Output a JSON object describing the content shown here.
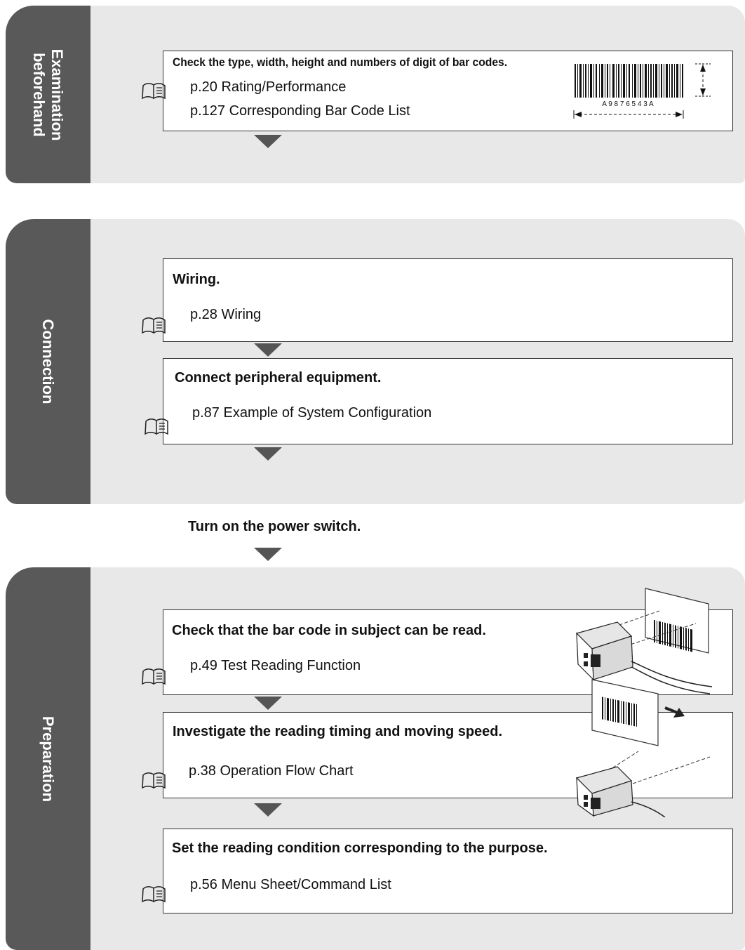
{
  "sections": {
    "examination": {
      "tab_line1": "Examination",
      "tab_line2": "beforehand",
      "step1": {
        "title": "Check the type, width, height and numbers of digit of bar codes.",
        "refs": [
          "p.20 Rating/Performance",
          "p.127 Corresponding Bar Code List"
        ]
      },
      "barcode_text": "A 9 8 7 6 5 4 3 A"
    },
    "connection": {
      "tab": "Connection",
      "step1": {
        "title": "Wiring.",
        "refs": [
          "p.28 Wiring"
        ]
      },
      "step2": {
        "title": "Connect peripheral equipment.",
        "refs": [
          "p.87 Example of System Configuration"
        ]
      }
    },
    "power": {
      "text": "Turn on the power switch."
    },
    "preparation": {
      "tab": "Preparation",
      "step1": {
        "title": "Check that the bar code in subject can be read.",
        "refs": [
          "p.49 Test Reading Function"
        ]
      },
      "step2": {
        "title": "Investigate the reading timing and moving speed.",
        "refs": [
          "p.38 Operation Flow Chart"
        ]
      },
      "step3": {
        "title": "Set the reading condition corresponding to the purpose.",
        "refs": [
          "p.56 Menu Sheet/Command List"
        ]
      }
    }
  },
  "icons": {
    "manual": "open-book-icon",
    "arrow": "down-triangle-icon"
  },
  "colors": {
    "tab": "#595959",
    "panel": "#e8e8e8",
    "arrow": "#555555"
  }
}
